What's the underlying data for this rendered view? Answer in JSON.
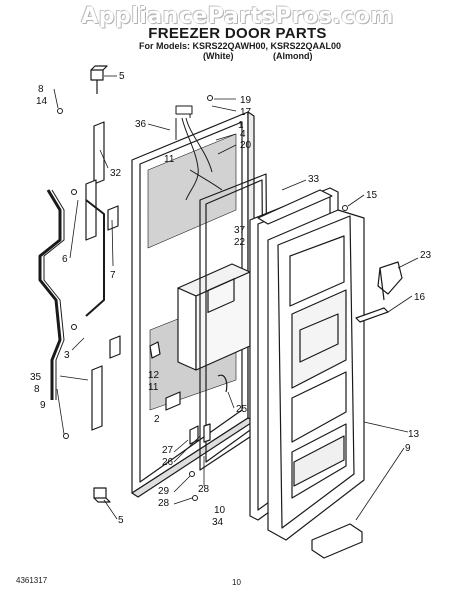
{
  "watermark": "AppliancePartsPros.com",
  "title": "FREEZER DOOR PARTS",
  "models_line": "For Models: KSRS22QAWH00, KSRS22QAAL00",
  "variant_white": "(White)",
  "variant_almond": "(Almond)",
  "part_labels": [
    "8",
    "14",
    "5",
    "32",
    "6",
    "7",
    "3",
    "35",
    "8",
    "9",
    "5",
    "36",
    "1",
    "19",
    "17",
    "4",
    "20",
    "11",
    "33",
    "15",
    "37",
    "22",
    "12",
    "11",
    "2",
    "23",
    "16",
    "25",
    "27",
    "26",
    "29",
    "28",
    "28",
    "10",
    "34",
    "13",
    "9"
  ],
  "footer_left": "4361317",
  "footer_page": "10"
}
